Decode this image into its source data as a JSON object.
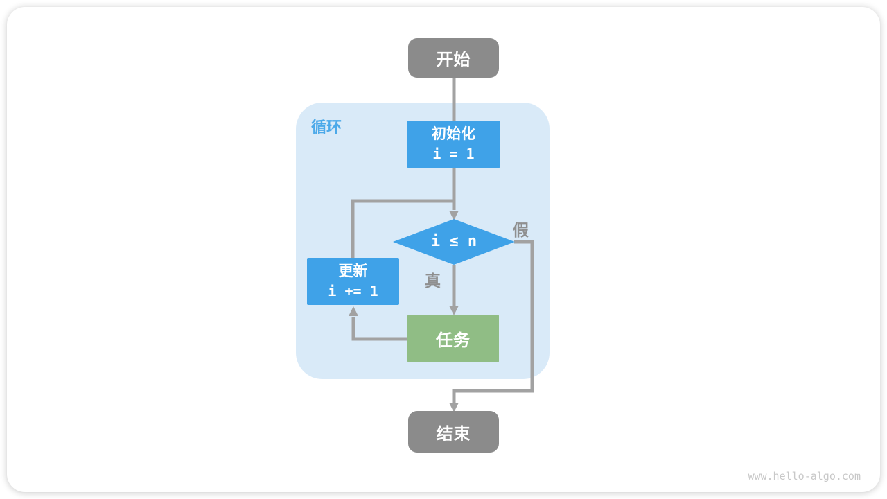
{
  "watermark": "www.hello-algo.com",
  "loop": {
    "label": "循环",
    "bg_color": "#d9eaf8",
    "label_color": "#4ba9e9"
  },
  "nodes": {
    "start": {
      "label": "开始",
      "color": "#8b8b8b"
    },
    "init": {
      "title": "初始化",
      "code": "i = 1",
      "color": "#3fa2e8"
    },
    "condition": {
      "label": "i ≤ n",
      "color": "#3fa2e8"
    },
    "update": {
      "title": "更新",
      "code": "i += 1",
      "color": "#3fa2e8"
    },
    "task": {
      "label": "任务",
      "color": "#90bd85"
    },
    "end": {
      "label": "结束",
      "color": "#8b8b8b"
    }
  },
  "edges": {
    "true_label": "真",
    "false_label": "假",
    "connections": [
      {
        "from": "start",
        "to": "init"
      },
      {
        "from": "init",
        "to": "condition"
      },
      {
        "from": "condition",
        "to": "task",
        "label": "真"
      },
      {
        "from": "task",
        "to": "update"
      },
      {
        "from": "update",
        "to": "condition"
      },
      {
        "from": "condition",
        "to": "end",
        "label": "假"
      }
    ],
    "line_color": "#a2a2a2"
  },
  "colors": {
    "node_blue": "#3fa2e8",
    "node_green": "#90bd85",
    "node_gray": "#8b8b8b",
    "loop_bg": "#d9eaf8",
    "loop_label_text": "#4ba9e9",
    "edge_line": "#a2a2a2",
    "edge_label_text": "#8f8f8f",
    "watermark_text": "#c8c8c8",
    "card_bg": "#ffffff"
  }
}
